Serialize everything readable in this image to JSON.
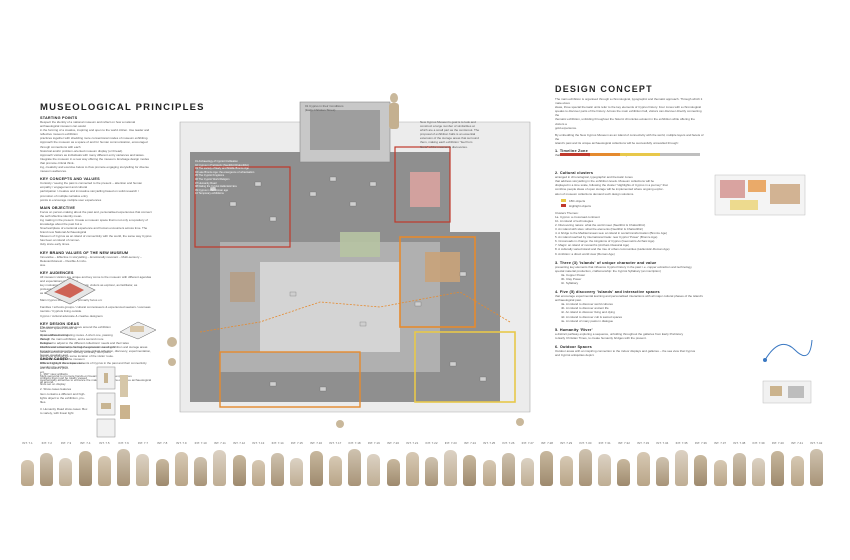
{
  "left_panel": {
    "title": "MUSEOLOGICAL PRINCIPLES",
    "sections": [
      {
        "heading": "STARTING POINTS",
        "lines": [
          "Respect the identity of a national museum and reflect on how a national archaeological museum can assist",
          "in the forming of a creative, inspiring and open to the world citizen. Use leader and reflective museum exhibition",
          "practices together with shedding more conventional modes of museum exhibiting.",
          "Approach the museum as a space of and for human communication, encouraged through connections with each",
          "historical and/or problem-oriented museum display (or thread).",
          "Approach visitors as individuals with many different entry variances and tastes.",
          "Integrate the museum in a new way offering the museum. Envisage design modes that promote critical think-",
          "ing, creativity and exercise below to thus promote engaging storytelling for diverse museum audiences."
        ]
      },
      {
        "heading": "KEY CONCEPTS AND VALUES",
        "lines": [
          "Curiosity / seeing the past is connected to the present – attention and human empathy / engagement and cultural",
          "participation / creative and innovative storytelling based on solid research / promotion of multiple narrative entry",
          "points to encourage multiple user experiences"
        ]
      },
      {
        "heading": "MAIN OBJECTIVE",
        "lines": [
          "Focus on person-making about the past and, personalised experiences that connect the self reflective identity mean-",
          "ing making in the present. Create a museum space that is not only a repository of knowledge about the past but a",
          "hive/nest/place of emotional experience and human encounters across time. The brand new National Archaeological",
          "Museum of Cyprus as an island of connectivity with the world, the same way Cyprus has been an island of connec-",
          "tivity since early times."
        ]
      },
      {
        "heading": "KEY BRAND VALUES OF THE NEW MUSEUM",
        "lines": [
          "Innovative – Effective in storytelling – Emotionally resonant – Multi-sensory – Relevant/Honest – Flexible & inclu-",
          "sive"
        ]
      },
      {
        "heading": "KEY AUDIENCES",
        "lines": [
          "All museum visitors are unique and key come to the museum with different agendas and expectations that reflect",
          "key motivational audience segments: visitors as explorer, as facilitator, as professionals, as experienced seekers,",
          "as recharger, etc.",
          "",
          "Main Cyprus Museum focus primarily focus on:",
          "",
          "Families / schools groups / cultural connoisseurs & experienced seekers / overseas tourists / Cypriots living outside",
          "Cyprus / cultural advocate & creative designers"
        ]
      },
      {
        "heading": "KEY DESIGN IDEAS",
        "lines": [
          "Exhibition spaces should be",
          "",
          "Open and welcoming",
          "Varied",
          "Designed to adjust to the different collections' needs and their tales",
          "Flexible and sustainable for better ergonomic use of exhibition and storage areas",
          "Engaging and interactive that promote critical reflection, discovery, experimentation, human creativity and",
          "social connectivity in the museum",
          "Able to highlight the unique elements of Cyprus in the past and their connectivity with the island's pres-",
          "ent",
          "Multi-sensorial to promote hands-on/meaningful/multi-ux experiences",
          "Aesthetically attractive to enhance the materiality and aura of unique archaeological finds set on display"
        ]
      }
    ],
    "ground_floor_note": [
      "The museum's visitor can move around the exhibition halls",
      "on two different circulating routes. A short one, passing",
      "through the main exhibition, and a second more inclusive",
      "which visitors discover, entering the extension running in",
      "parallel exhibition areas. Moving vertically, both paths",
      "starts and ends at the same location of the visitor route."
    ],
    "show_cased": {
      "heading": "SHOW CASED",
      "intro": [
        "Different type of show cases sur-",
        "rounding the artifacts"
      ],
      "items": [
        "1. 360° view artifacts",
        "Artifacts that must be totally viewed",
        "all around.",
        "",
        "2. Show cases features",
        "Item contains a different and high-",
        "lights object to the exhibition, pro-",
        "files.",
        "",
        "3. Humanity Road show cases: Box",
        "to variety, with linear light"
      ]
    }
  },
  "plan": {
    "callout_top": [
      "01 Cyprus in their Conditions",
      "(Early Christian Times)"
    ],
    "callout_right": [
      "New Cyprus Museum's goal is to look and",
      "construct a large number of similarities at",
      "which are a small part as the centre/out. The",
      "proposal of exhibition halls is an essential",
      "extension of the storage areas that surround",
      "them, making each exhibition \"feel from",
      "fleets\" of the museum's discoveries."
    ],
    "rooms": [
      "01 Archaeology of Cypriot Civilisation",
      "02 Cyprus in Prehistoric (Neolithic/Chalcolithic)",
      "03 The society of Early and Middle Bronze Age",
      "04 Late Bronze Age: the emergence of urbanisation",
      "05 The Cypriot Kingdoms",
      "06 The Cypriot World Religion",
      "07 Humanity Road",
      "08 Dating the Cypriot Hellenistic Era",
      "09 Cyprus in the Roman age",
      "10 Temporary exhibitions"
    ]
  },
  "right_panel": {
    "title": "DESIGN CONCEPT",
    "intro": [
      "The main exhibition is organised through a chronological, typographic and thematic approach. Through which it mate-ulous",
      "ideas, three special thematic units refer to the key elements of Cyprus history. Four zones with a chronological",
      "speaks to discover parts of the history. Across the main exhibition hall, visitors can discover directly connecting the",
      "thematic exhibition, unfolding throughout the historic chronicles existent in the exhibition while offering the visitors a",
      "gold experience.",
      "",
      "By embedding the New Cyprus Museum as an island of connectivity with the world, multiple layers and facets of the",
      "island's past and its unique archaeological collections will be successfully unravelled through:"
    ],
    "points": [
      {
        "heading": "1. Timeline Zone",
        "text": [
          "that includes the summary of the main exhibition entity"
        ]
      },
      {
        "heading": "2. Cultural clusters",
        "text": [
          "arranged in chronological, typographic and thematic zones",
          "that address storytelling in the exhibition levels. Museum collections will be",
          "displayed in a time scale, following the cluster \"Highlights of Cyprus in a journey\" that",
          "combine people ideas of open storage will be implemented where ongoing explor-",
          "ation of museum collections demand such design solutions."
        ],
        "legend": [
          "1BC objects",
          "Highlight objects"
        ],
        "clusters_label": "Clusters Themes:",
        "clusters": [
          "1a. Cyprus: a crossroad continent",
          "1b. An island of technologies",
          "2. Discovering nature: what the world meet (Neolithic & Chalcolithic)",
          "3. An island with sites: what the elements (Neolithic & Chalcolithic)",
          "4. A bridge to the Mediterranean sea: an island in social transformation (Bronze Age)",
          "5. An island reached by international trade: new Cypriot 'Power' (Bronze Age)",
          "6. Crossroads in change: the kingdoms of Cyprus (Geometric-Archaic Age)",
          "7. Magic: an island of monarchs (Archaic-Classical Age)",
          "8. A culturally varied island and the rise of urban communities (Hellenistic-Roman Age)",
          "9. Ambition: a direct world view (Roman Age)"
        ]
      },
      {
        "heading": "3. Three (3) 'islands' of unique character and value",
        "text": [
          "presenting key elements that influence Cypriot history in the past: i.e. copper extraction and technology,",
          "special material production, craftsmanship: the Cypriot Syllabary (an inscription)"
        ],
        "sub": [
          "3a. Copper Power",
          "3b. Clay Power",
          "3c. Syllabary"
        ]
      },
      {
        "heading": "4. Five (5) discovery 'islands' and interactive spaces",
        "text": [
          "that encourage experimental learning and personalised interactions with all major cultural phases of the island's archaeological past."
        ],
        "sub": [
          "4a. An island to discover world cultures",
          "4b. An island to discover ancient life",
          "4c. An island to discover living and dying",
          "4d. An island to discover cult & sacred spaces",
          "4e. An island of many pasts in dialogue"
        ]
      },
      {
        "heading": "5. Humanity 'River'",
        "text": [
          "a distinct pathway exploring a sequence, unfolding throughout the galleries from Early Prehistory",
          "to Early Christian Times, to create humanity bridges with the present."
        ]
      },
      {
        "heading": "6. Outdoor Spaces",
        "text": [
          "Outdoor areas with an inspiring connection to the indoor displays and galleries – the sea view that Cyprus",
          "and Cypriot antiquities depict."
        ]
      }
    ]
  },
  "thumbnails": [
    "INT. 7.1",
    "INT. 7.2",
    "INT. 7.3",
    "INT. 7.4",
    "INT. 7.5",
    "INT. 7.6",
    "INT. 7.7",
    "INT. 7.8",
    "INT. 7.9",
    "INT. 7.10",
    "INT. 7.11",
    "INT. 7.12",
    "INT. 7.13",
    "INT. 7.14",
    "INT. 7.15",
    "INT. 7.16",
    "INT. 7.17",
    "INT. 7.18",
    "INT. 7.19",
    "INT. 7.20",
    "INT. 7.21",
    "INT. 7.22",
    "INT. 7.23",
    "INT. 7.24",
    "INT. 7.25",
    "INT. 7.26",
    "INT. 7.27",
    "INT. 7.28",
    "INT. 7.29",
    "INT. 7.30",
    "INT. 7.31",
    "INT. 7.32",
    "INT. 7.33",
    "INT. 7.34",
    "INT. 7.35",
    "INT. 7.36",
    "INT. 7.37",
    "INT. 7.38",
    "INT. 7.39",
    "INT. 7.40",
    "INT. 7.41",
    "INT. 7.42"
  ],
  "colors": {
    "accent_red": "#c0392b",
    "accent_orange": "#e58a2e",
    "accent_yellow": "#e8c84a",
    "plan_gray": "#8f8f8f",
    "plan_light": "#d9d9d9",
    "room_pink": "#d9a3a0",
    "room_tan": "#c9a37a",
    "room_green": "#b7c4a3"
  }
}
